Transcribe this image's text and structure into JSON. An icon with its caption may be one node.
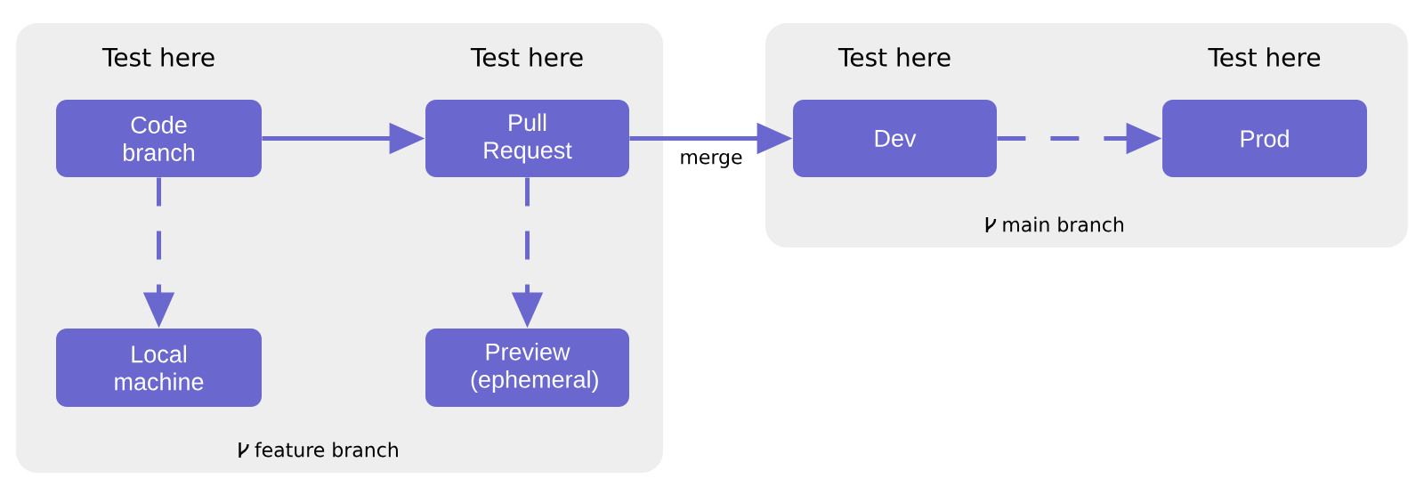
{
  "diagram": {
    "nodes": [
      {
        "text": [
          "feature branch"
        ]
      },
      {
        "text": [
          "Code branch"
        ],
        "in": 0,
        "beside": [
          "Test here"
        ]
      },
      {
        "text": [
          "Pull Request"
        ],
        "in": 0,
        "beside": [
          "Test here"
        ]
      },
      {
        "text": [
          "Local machine"
        ],
        "in": 0
      },
      {
        "text": [
          "Preview (ephemeral)"
        ],
        "in": 0
      },
      {
        "text": [
          "main branch"
        ]
      },
      {
        "text": [
          "Dev"
        ],
        "in": 5,
        "beside": [
          "Test here"
        ]
      },
      {
        "text": [
          "Prod"
        ],
        "in": 5,
        "beside": [
          "Test here"
        ]
      }
    ],
    "edges": [
      {
        "from": 1,
        "to": 2,
        "arrow": "to"
      },
      {
        "from": 1,
        "to": 3,
        "arrow": "to",
        "style": "dashed"
      },
      {
        "from": 2,
        "to": 4,
        "arrow": "to",
        "style": "dashed"
      },
      {
        "from": 2,
        "to": 6,
        "arrow": "to",
        "label": "merge"
      },
      {
        "from": 6,
        "to": 7,
        "arrow": "to",
        "style": "dashed"
      }
    ]
  }
}
